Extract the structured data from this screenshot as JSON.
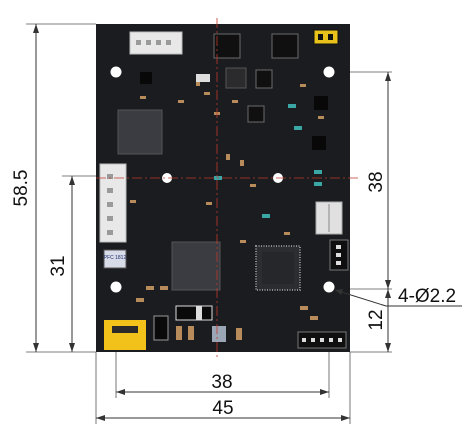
{
  "dimensions": {
    "board_height": "58.5",
    "hole_span_vertical": "38",
    "lower_offset": "31",
    "bottom_offset": "12",
    "hole_span_horizontal": "38",
    "board_width": "45",
    "hole_callout": "4-Ø2.2"
  },
  "silkscreen": {
    "module_label": "PFC 1812"
  },
  "colors": {
    "pcb": "#1b1c1f",
    "dimension_line": "#333333",
    "center_line": "#c0392b",
    "connector": "#e8e8e8",
    "pin_header": "#f2c21b"
  }
}
